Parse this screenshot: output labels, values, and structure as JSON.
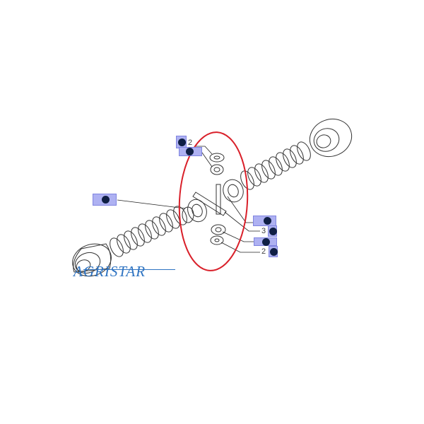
{
  "diagram": {
    "type": "exploded-parts-view",
    "subject": "axle differential shaft assembly",
    "highlight_color": "#d9202a",
    "tag_fill": "#aeb1f2",
    "tag_dot": "#0f1f45"
  },
  "brand": {
    "text": "AGRISTAR",
    "color": "#2f74c2"
  },
  "callouts": [
    {
      "id": "c1",
      "qty": "2"
    },
    {
      "id": "c2",
      "qty": ""
    },
    {
      "id": "c3",
      "qty": ""
    },
    {
      "id": "c4",
      "qty": ""
    },
    {
      "id": "c5",
      "qty": "3"
    },
    {
      "id": "c6",
      "qty": ""
    },
    {
      "id": "c7",
      "qty": "2"
    }
  ]
}
